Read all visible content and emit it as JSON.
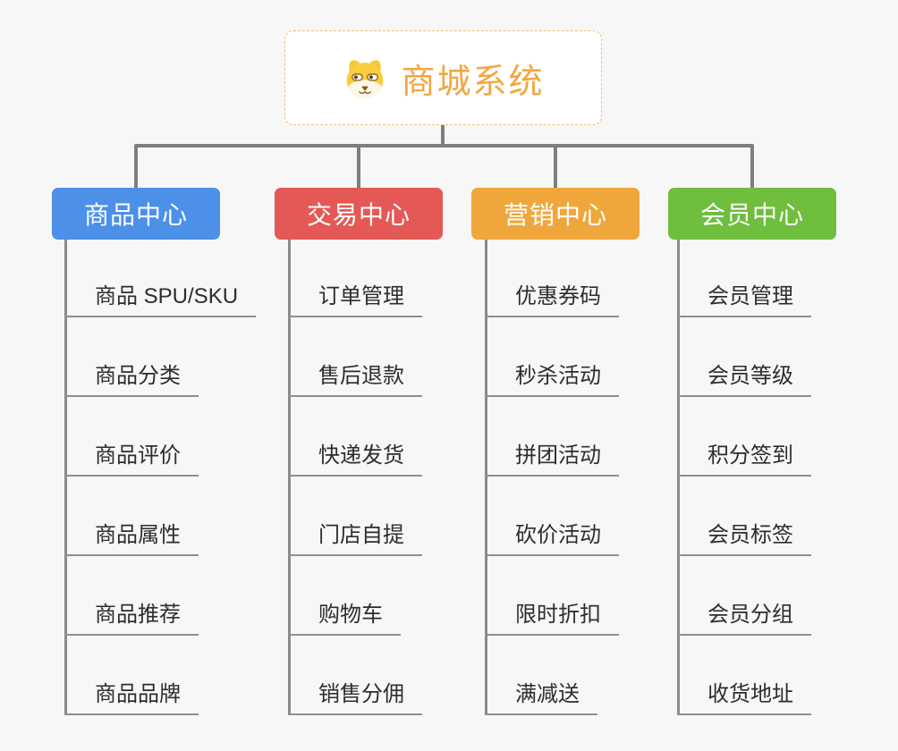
{
  "root": {
    "title": "商城系统",
    "icon": "shiba-dog-icon",
    "text_color": "#f2a643",
    "border_color": "#f1be73",
    "background": "#ffffff"
  },
  "connector_color": "#7e7e7e",
  "canvas_background": "#f7f7f7",
  "branches": [
    {
      "label": "商品中心",
      "color": "#4c90e8",
      "children": [
        "商品 SPU/SKU",
        "商品分类",
        "商品评价",
        "商品属性",
        "商品推荐",
        "商品品牌"
      ]
    },
    {
      "label": "交易中心",
      "color": "#e45955",
      "children": [
        "订单管理",
        "售后退款",
        "快递发货",
        "门店自提",
        "购物车",
        "销售分佣"
      ]
    },
    {
      "label": "营销中心",
      "color": "#efa73c",
      "children": [
        "优惠券码",
        "秒杀活动",
        "拼团活动",
        "砍价活动",
        "限时折扣",
        "满减送"
      ]
    },
    {
      "label": "会员中心",
      "color": "#6fbe3e",
      "children": [
        "会员管理",
        "会员等级",
        "积分签到",
        "会员标签",
        "会员分组",
        "收货地址"
      ]
    }
  ]
}
